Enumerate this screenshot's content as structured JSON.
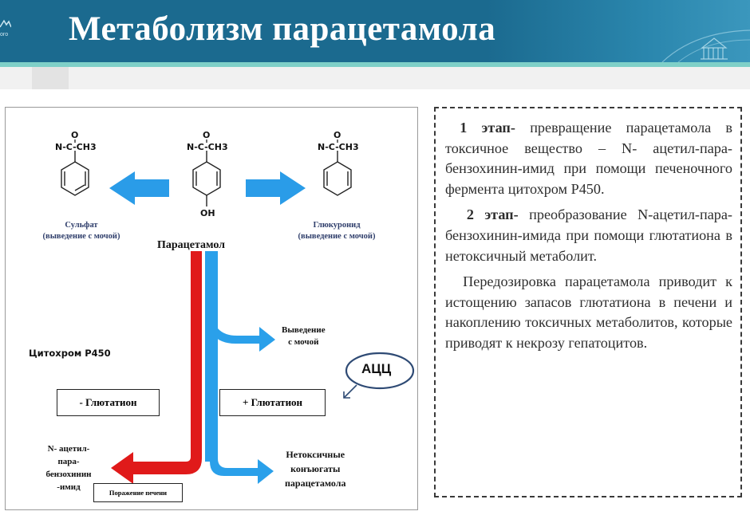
{
  "slide": {
    "title": "Метаболизм парацетамола",
    "logo_text": "ого"
  },
  "diagram": {
    "chem_left": "N-C-CH3",
    "chem_center": "N-C-CH3",
    "chem_right": "N-C-CH3",
    "oxygen": "O",
    "hydroxyl": "OH",
    "left_product": [
      "Сульфат",
      "(выведение с мочой)"
    ],
    "right_product": [
      "Глюкуронид",
      "(выведение с мочой)"
    ],
    "center_name": "Парацетамол",
    "cyp": "Цитохром Р450",
    "excretion": [
      "Выведение",
      "с мочой"
    ],
    "acc": "АЦЦ",
    "minus_glut": "- Глютатион",
    "plus_glut": "+ Глютатион",
    "napqi": [
      "N- ацетил-",
      "пара-",
      "бензохинин",
      "-имид"
    ],
    "nontoxic": [
      "Нетоксичные",
      "конъюгаты",
      "парацетамола"
    ],
    "liver_damage": "Поражение печени"
  },
  "text": {
    "p1_bold": "1 этап-",
    "p1_rest": " превращение парацетамола в токсичное вещество – N- ацетил-пара-бензохинин-имид при помощи печеночного фермента цитохром Р450.",
    "p2_bold": "2 этап-",
    "p2_rest": " преобразование N-ацетил-пара-бензохинин-имида при помощи глютатиона в нетоксичный метаболит.",
    "p3": "Передозировка парацетамола приводит к истощению запасов глютатиона в печени и накоплению токсичных метаболитов, которые приводят к некрозу гепатоцитов."
  }
}
